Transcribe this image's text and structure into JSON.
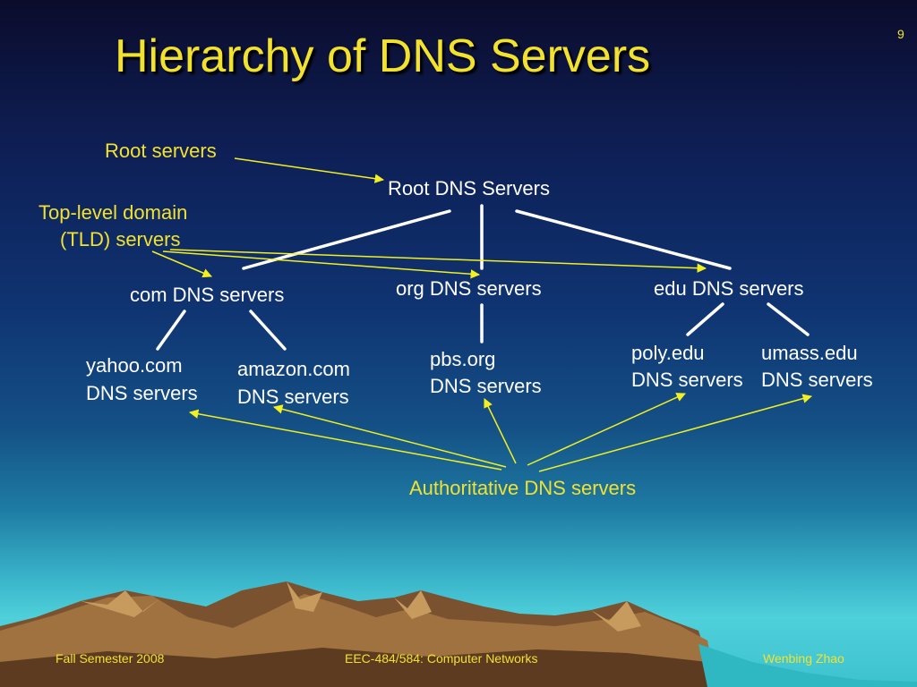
{
  "slide": {
    "title": "Hierarchy of DNS Servers",
    "page_number": "9"
  },
  "labels": {
    "root_servers": "Root servers",
    "tld_line1": "Top-level domain",
    "tld_line2": "(TLD) servers",
    "authoritative": "Authoritative DNS servers"
  },
  "nodes": {
    "root": "Root DNS Servers",
    "com": "com DNS servers",
    "org": "org DNS servers",
    "edu": "edu DNS servers",
    "yahoo_1": "yahoo.com",
    "yahoo_2": "DNS servers",
    "amazon_1": "amazon.com",
    "amazon_2": "DNS servers",
    "pbs_1": "pbs.org",
    "pbs_2": "DNS servers",
    "poly_1": "poly.edu",
    "poly_2": "DNS servers",
    "umass_1": "umass.edu",
    "umass_2": "DNS servers"
  },
  "footer": {
    "left": "Fall Semester 2008",
    "center": "EEC-484/584: Computer Networks",
    "right": "Wenbing Zhao"
  },
  "colors": {
    "title": "#f2e22e",
    "annotation": "#f2e22e",
    "node_text": "#ffffff",
    "tree_lines": "#ffffff",
    "arrows": "#f2f020"
  }
}
